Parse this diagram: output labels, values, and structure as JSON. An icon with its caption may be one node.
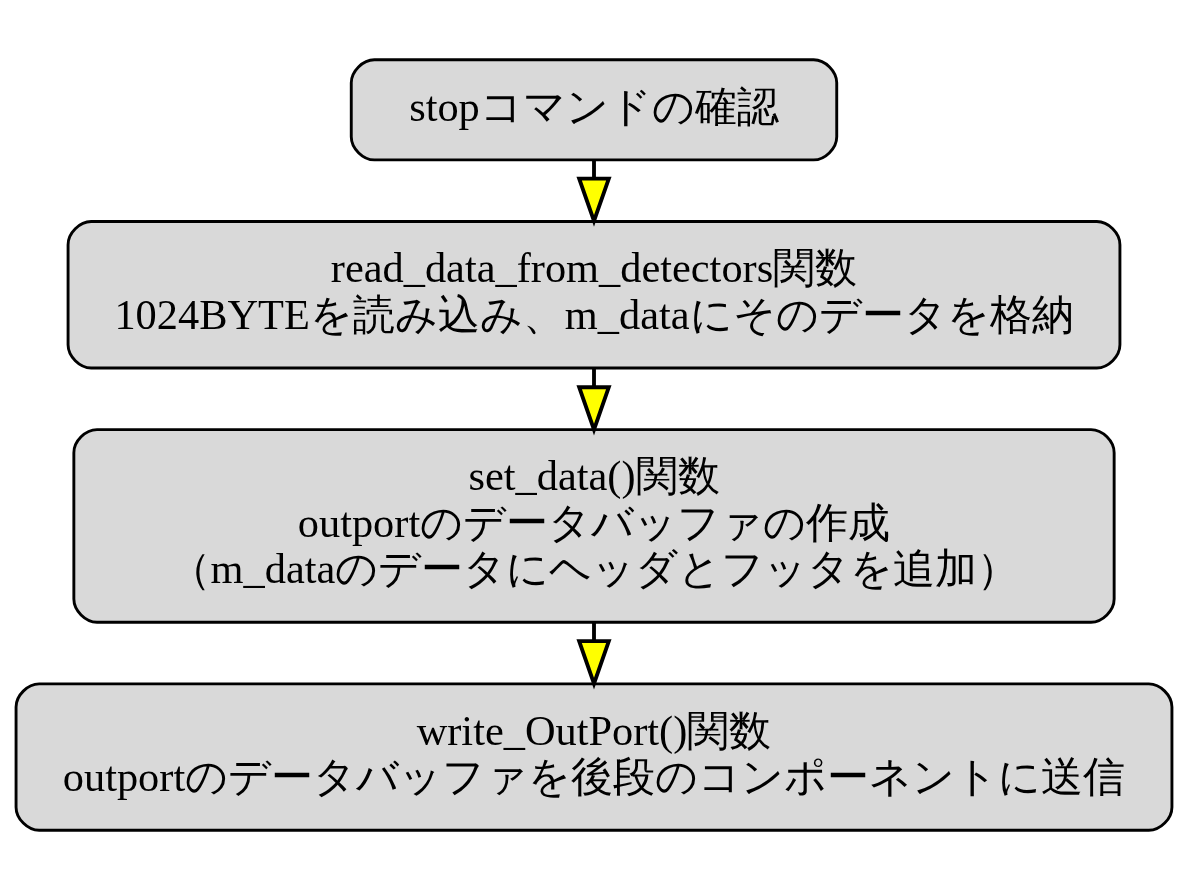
{
  "diagram": {
    "nodes": [
      {
        "text": [
          "stopコマンドの確認"
        ]
      },
      {
        "text": [
          "read_data_from_detectors関数",
          "1024BYTEを読み込み、m_dataにそのデータを格納"
        ]
      },
      {
        "text": [
          "set_data()関数",
          "outportのデータバッファの作成",
          "（m_dataのデータにヘッダとフッタを追加）"
        ]
      },
      {
        "text": [
          "write_OutPort()関数",
          "outportのデータバッファを後段のコンポーネントに送信"
        ]
      }
    ],
    "edges": [
      {
        "from": 0,
        "to": 1,
        "arrow": "to"
      },
      {
        "from": 1,
        "to": 2,
        "arrow": "to"
      },
      {
        "from": 2,
        "to": 3,
        "arrow": "to"
      }
    ]
  }
}
